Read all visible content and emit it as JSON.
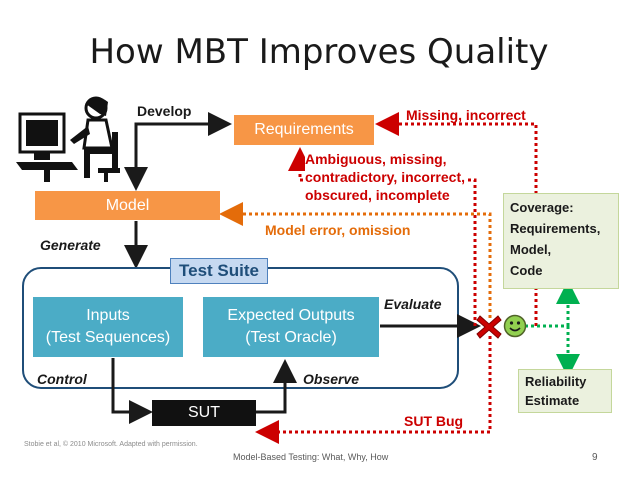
{
  "slide": {
    "title": "How MBT Improves Quality",
    "footer_left": "Stobie et al, © 2010 Microsoft. Adapted with permission.",
    "footer_center": "Model-Based Testing: What, Why, How",
    "page_number": "9"
  },
  "diagram": {
    "develop_label": "Develop",
    "generate_label": "Generate",
    "evaluate_label": "Evaluate",
    "control_label": "Control",
    "observe_label": "Observe",
    "requirements_box": "Requirements",
    "model_box": "Model",
    "test_suite_title": "Test Suite",
    "inputs_box": [
      "Inputs",
      "(Test Sequences)"
    ],
    "expected_box": [
      "Expected Outputs",
      "(Test Oracle)"
    ],
    "sut_box": "SUT",
    "missing_incorrect": "Missing, incorrect",
    "ambiguous_lines": [
      "Ambiguous, missing,",
      "contradictory, incorrect,",
      "obscured, incomplete"
    ],
    "model_error": "Model error, omission",
    "coverage_lines": [
      "Coverage:",
      "Requirements,",
      "Model,",
      "Code"
    ],
    "reliability_lines": [
      "Reliability",
      "Estimate"
    ],
    "sut_bug": "SUT Bug"
  },
  "colors": {
    "requirements_fill": "#f79646",
    "model_fill": "#f79646",
    "test_box_fill": "#4bacc6",
    "sut_fill": "#111111",
    "note_fill": "#ebf1de",
    "red": "#cc0000",
    "orange": "#e46c0a",
    "green": "#00b050",
    "test_suite_fill": "#c6d9f1",
    "test_suite_text": "#1f4e79"
  },
  "icons": [
    "person-at-computer-icon",
    "red-x-icon",
    "smiley-face-icon"
  ]
}
